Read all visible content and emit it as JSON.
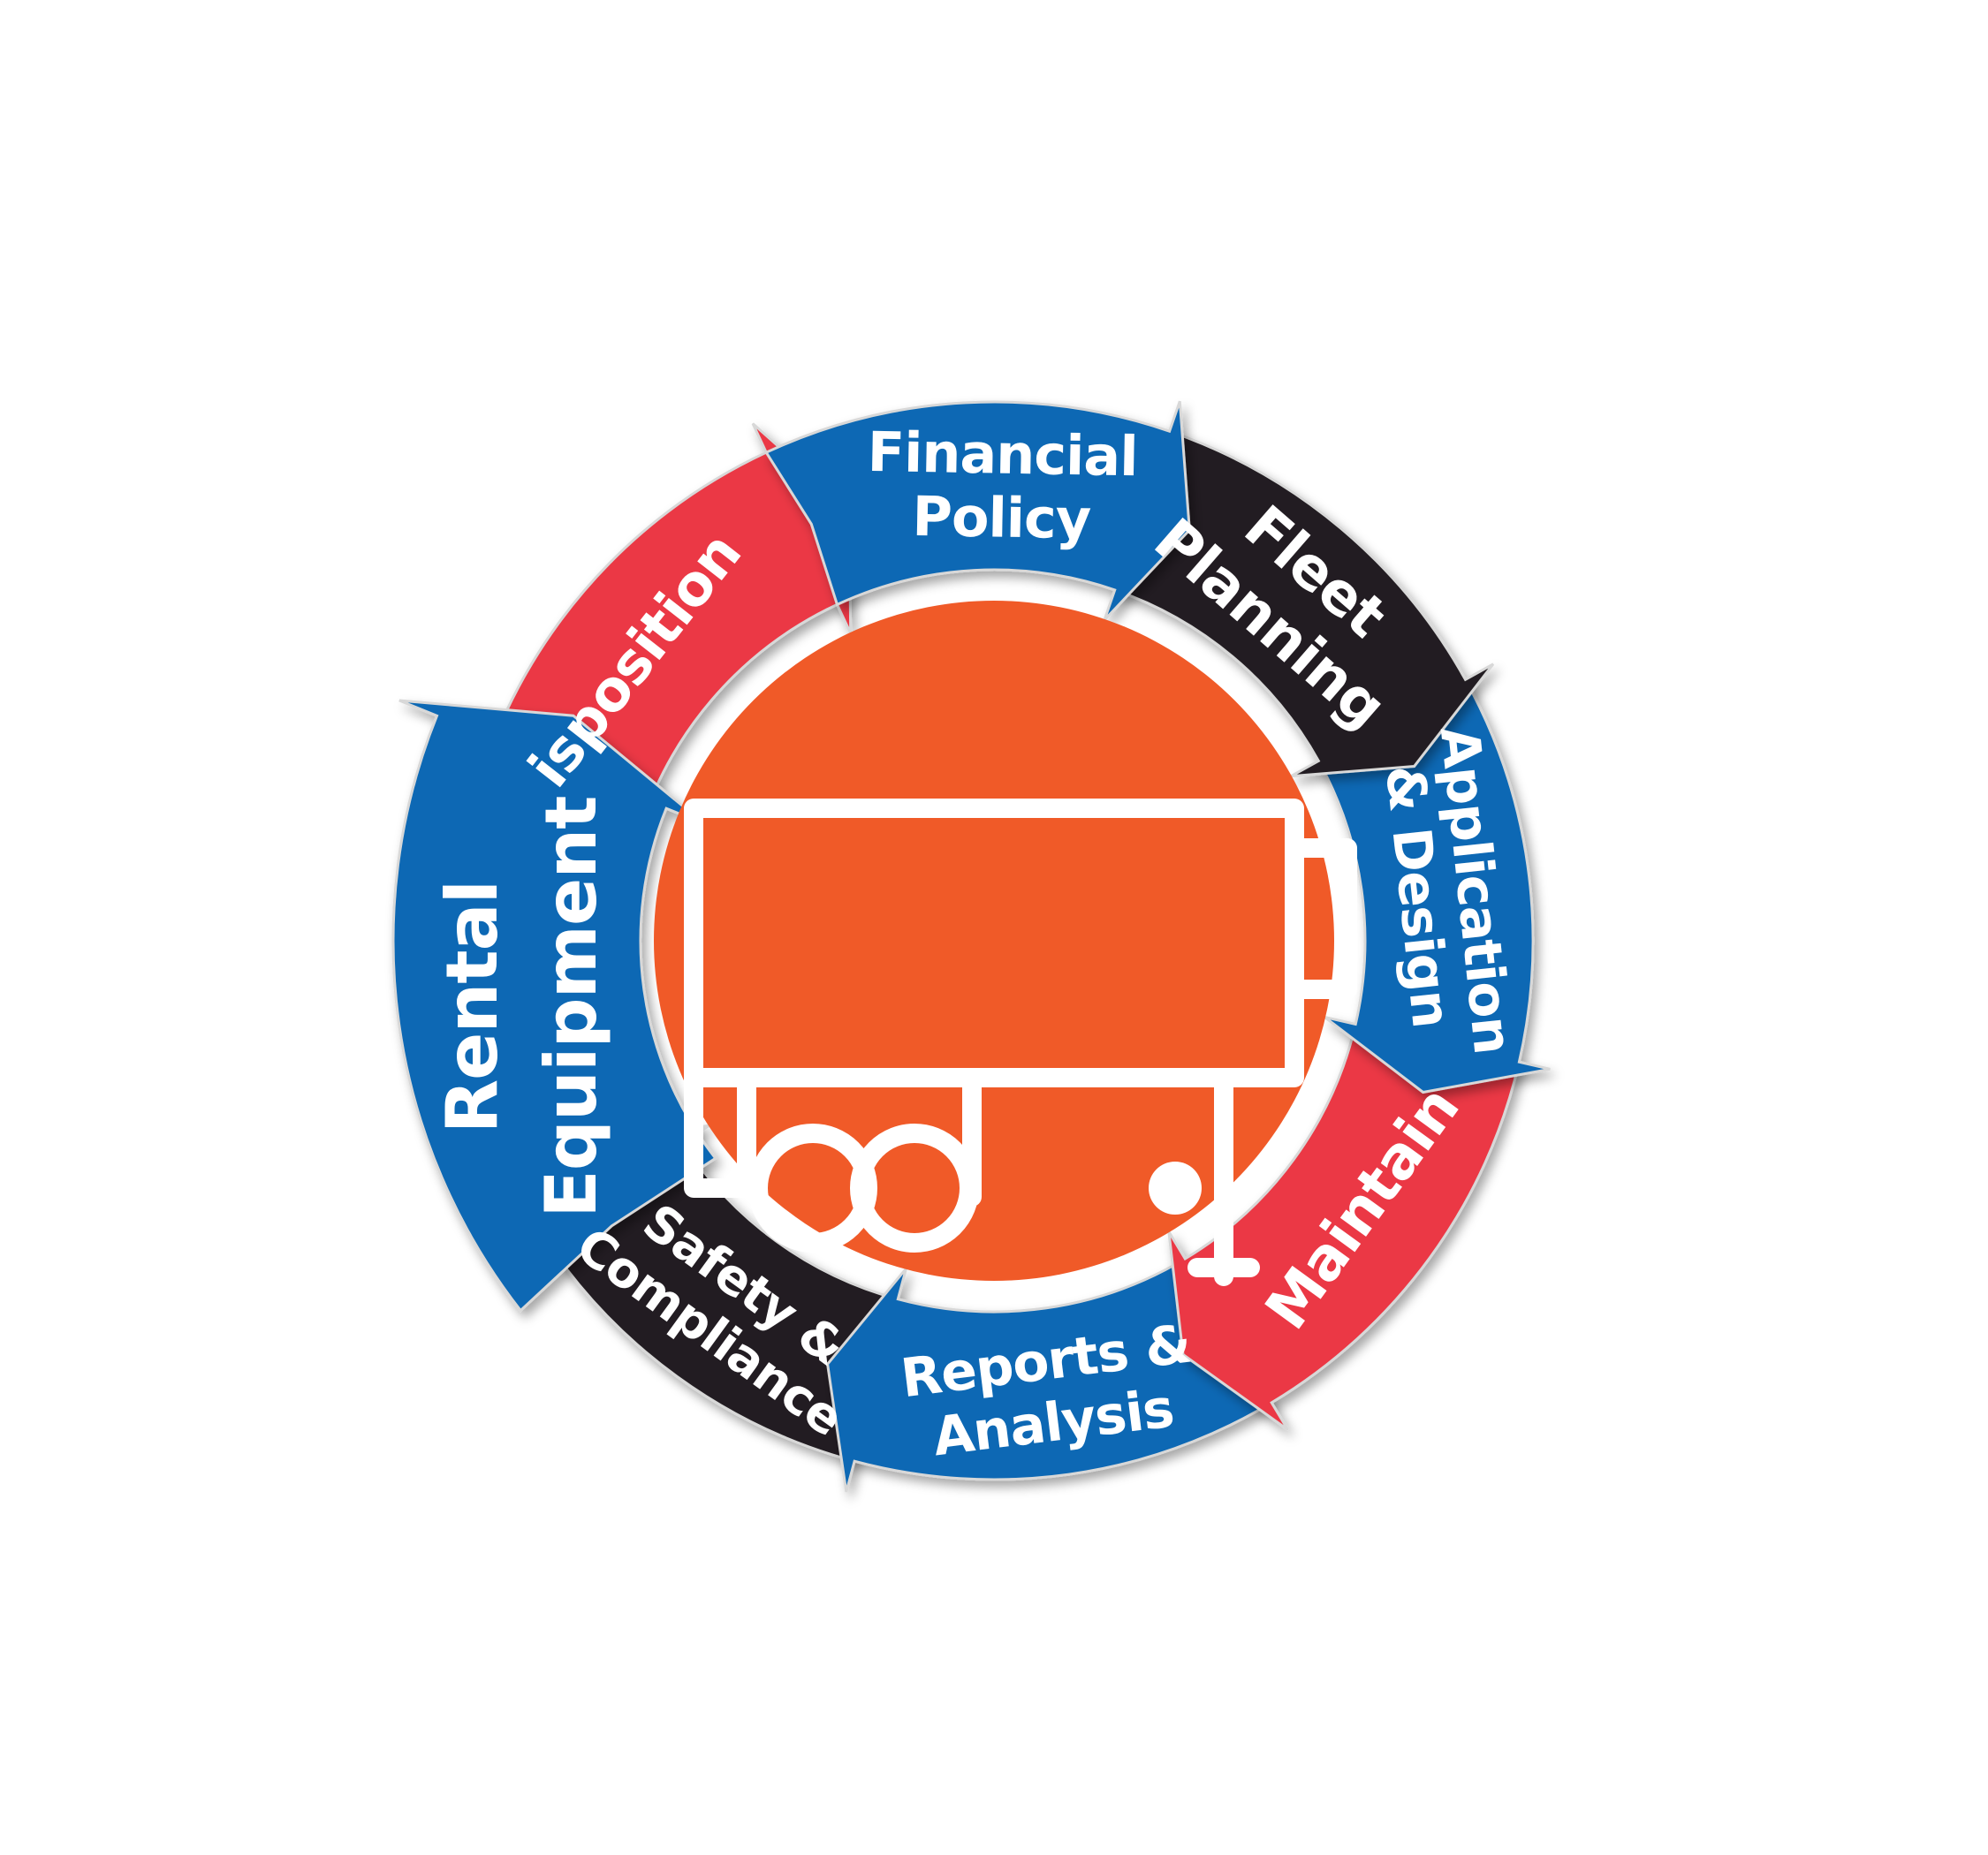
{
  "diagram": {
    "colors": {
      "blue": "#0868B4",
      "red": "#EB3744",
      "black": "#231F20",
      "orange": "#F05A28",
      "white": "#FFFFFF"
    },
    "center_icon": "trailer-icon",
    "segments": [
      {
        "id": "financial-policy",
        "color": "blue",
        "lines": [
          "Financial",
          "Policy"
        ]
      },
      {
        "id": "fleet-planning",
        "color": "black",
        "lines": [
          "Fleet",
          "Planning"
        ]
      },
      {
        "id": "application-design",
        "color": "blue",
        "lines": [
          "Application",
          "& Design"
        ]
      },
      {
        "id": "maintain",
        "color": "red",
        "lines": [
          "Maintain"
        ]
      },
      {
        "id": "reports-analysis",
        "color": "blue",
        "lines": [
          "Reports &",
          "Analysis"
        ]
      },
      {
        "id": "safety-compliance",
        "color": "black",
        "lines": [
          "Safety &",
          "Compliance"
        ]
      },
      {
        "id": "disposition",
        "color": "red",
        "lines": [
          "isposition"
        ]
      },
      {
        "id": "rental-equipment",
        "color": "blue",
        "lines": [
          "Rental",
          "Equipment"
        ]
      }
    ]
  }
}
